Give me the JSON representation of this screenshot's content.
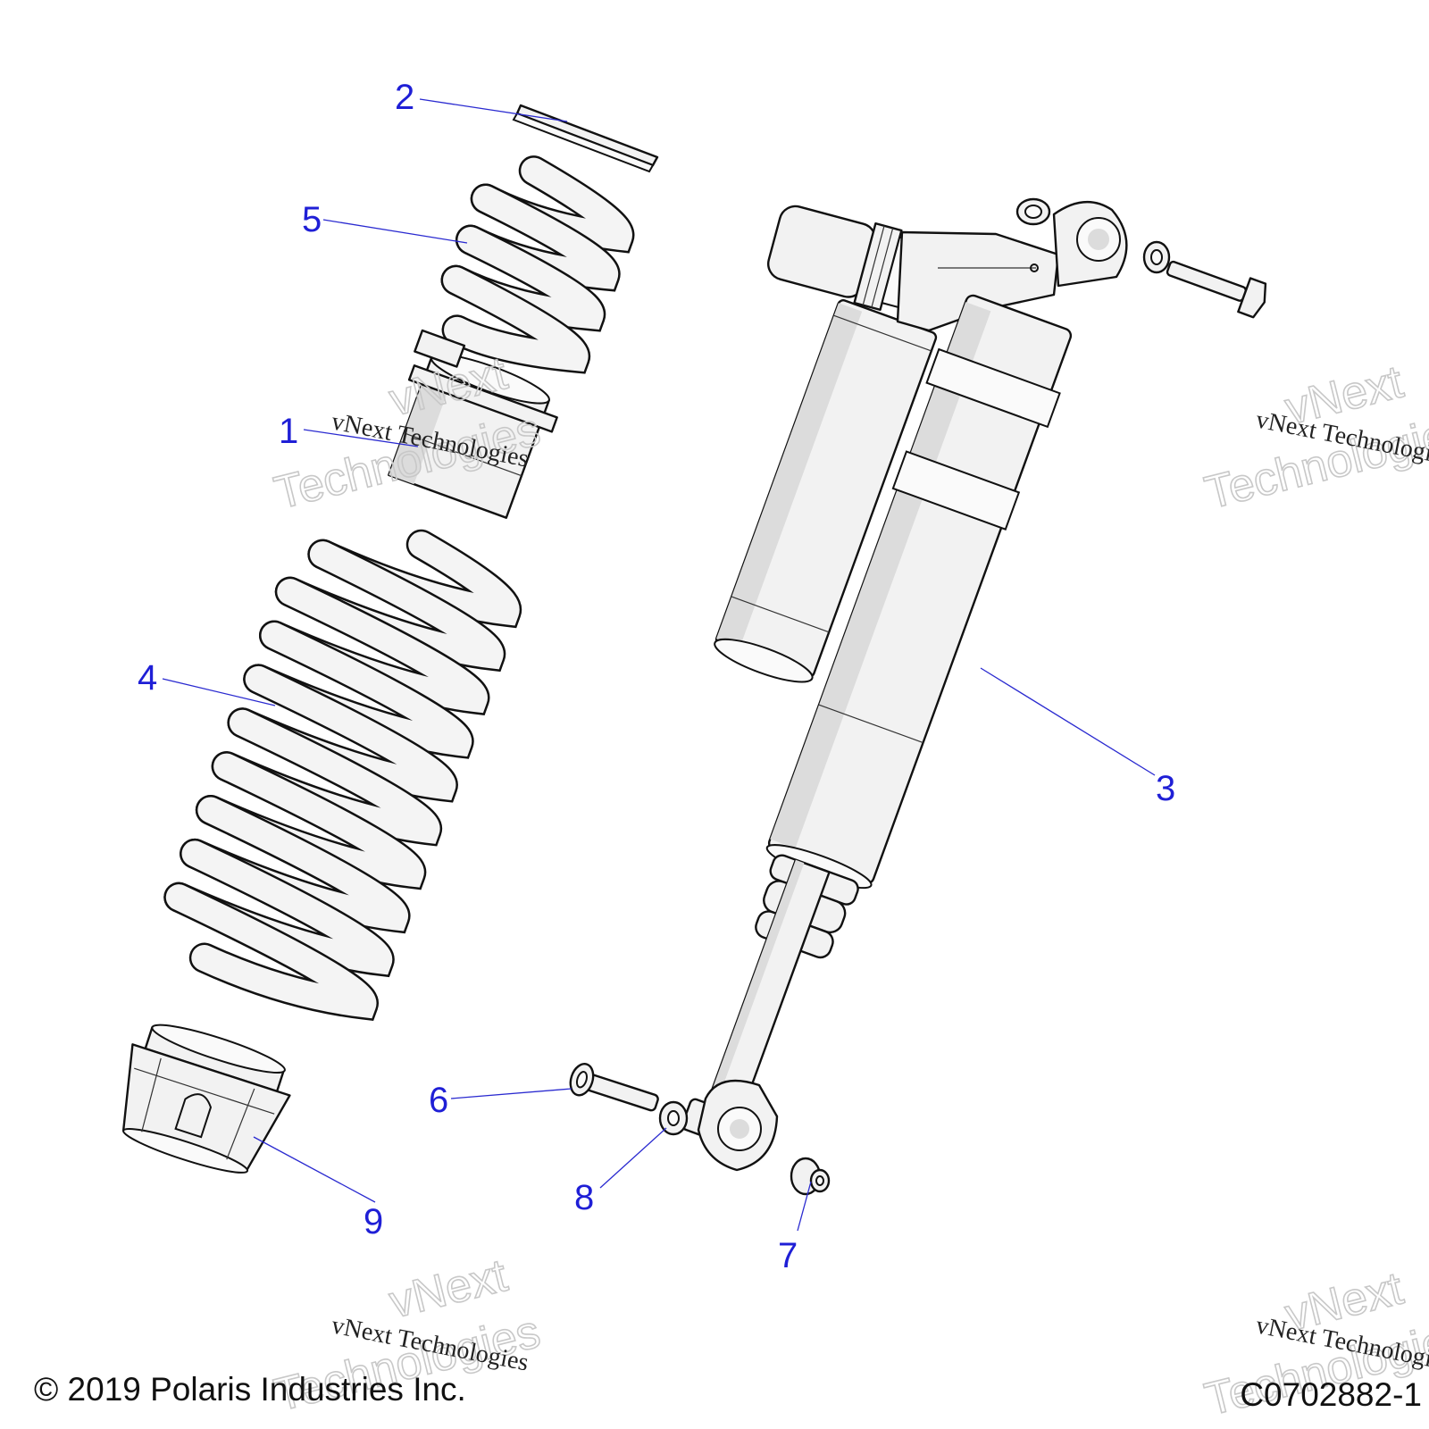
{
  "callouts": [
    {
      "id": "1",
      "label": "1"
    },
    {
      "id": "2",
      "label": "2"
    },
    {
      "id": "3",
      "label": "3"
    },
    {
      "id": "4",
      "label": "4"
    },
    {
      "id": "5",
      "label": "5"
    },
    {
      "id": "6",
      "label": "6"
    },
    {
      "id": "7",
      "label": "7"
    },
    {
      "id": "8",
      "label": "8"
    },
    {
      "id": "9",
      "label": "9"
    }
  ],
  "watermark": {
    "line_small": "vNext Technologies",
    "line_large_1": "vNext",
    "line_large_2": "Technologies"
  },
  "footer": {
    "copyright": "© 2019 Polaris Industries Inc.",
    "code": "C0702882-1"
  },
  "colors": {
    "callout_text": "#1f1fd6",
    "leader_line": "#2a2ad0",
    "part_fill": "#f2f2f2",
    "outline": "#111111"
  }
}
